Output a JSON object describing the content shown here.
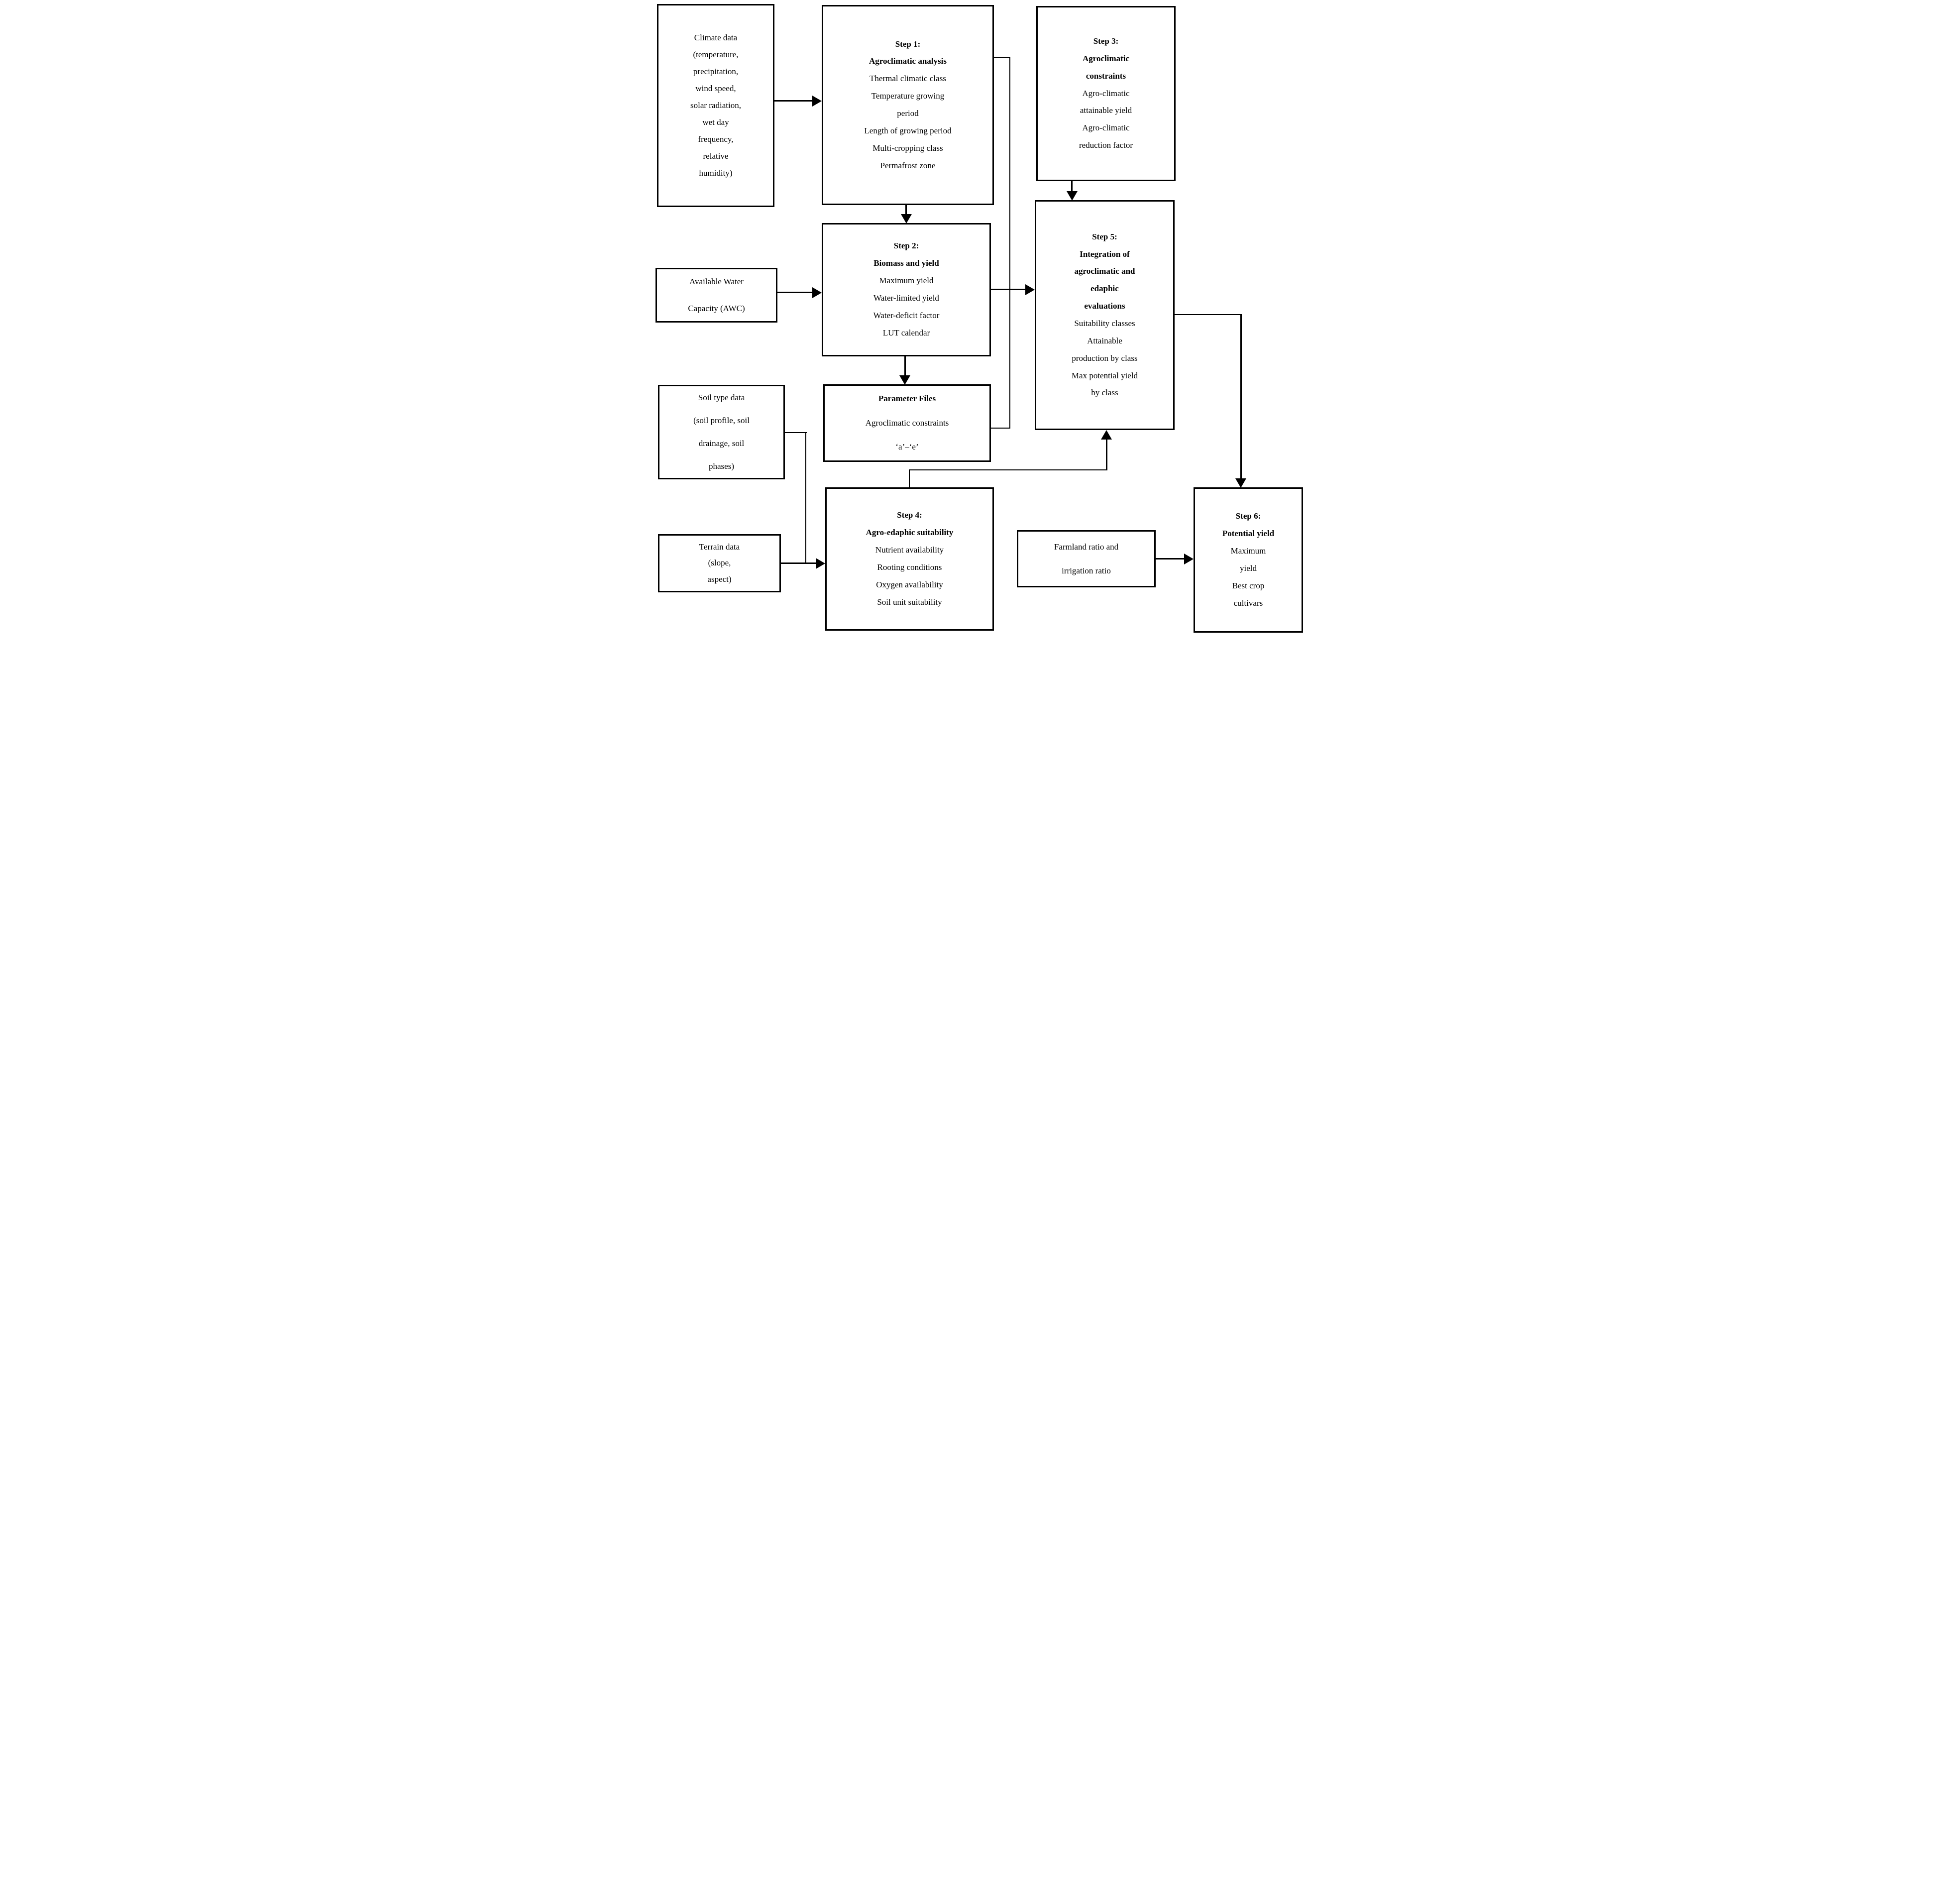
{
  "colors": {
    "background": "#ffffff",
    "line": "#000000",
    "text": "#000000"
  },
  "boxes": {
    "climate": {
      "text": [
        "Climate data",
        "(temperature,",
        "precipitation,",
        "wind speed,",
        "solar radiation,",
        "wet day",
        "frequency,",
        "relative",
        "humidity)"
      ]
    },
    "step1": {
      "title": [
        "Step 1:",
        "Agroclimatic analysis"
      ],
      "body": [
        "Thermal climatic class",
        "Temperature growing",
        "period",
        "Length of growing period",
        "Multi-cropping class",
        "Permafrost zone"
      ]
    },
    "step3": {
      "title": [
        "Step 3:",
        "Agroclimatic",
        "constraints"
      ],
      "body": [
        "Agro-climatic",
        "attainable yield",
        "Agro-climatic",
        "reduction factor"
      ]
    },
    "awc": {
      "text": [
        "Available Water",
        "Capacity (AWC)"
      ]
    },
    "step2": {
      "title": [
        "Step 2:",
        "Biomass and yield"
      ],
      "body": [
        "Maximum yield",
        "Water-limited yield",
        "Water-deficit factor",
        "LUT calendar"
      ]
    },
    "step5": {
      "title": [
        "Step 5:",
        "Integration of",
        "agroclimatic and",
        "edaphic",
        "evaluations"
      ],
      "body": [
        "Suitability classes",
        "Attainable",
        "production by class",
        "Max potential yield",
        "by class"
      ]
    },
    "param": {
      "title": [
        "Parameter Files"
      ],
      "body": [
        "Agroclimatic constraints",
        "‘a’–‘e’"
      ]
    },
    "soil": {
      "text": [
        "Soil type data",
        "(soil profile, soil",
        "drainage, soil",
        "phases)"
      ]
    },
    "terrain": {
      "text": [
        "Terrain data",
        "(slope,",
        "aspect)"
      ]
    },
    "step4": {
      "title": [
        "Step 4:",
        "Agro-edaphic suitability"
      ],
      "body": [
        "Nutrient availability",
        "Rooting conditions",
        "Oxygen availability",
        "Soil unit suitability"
      ]
    },
    "farmland": {
      "text": [
        "Farmland ratio and",
        "irrigation ratio"
      ]
    },
    "step6": {
      "title": [
        "Step 6:",
        "Potential yield"
      ],
      "body": [
        "Maximum",
        "yield",
        "Best crop",
        "cultivars"
      ]
    }
  },
  "edges": [
    {
      "from": "climate-data",
      "to": "step-1",
      "type": "arrow"
    },
    {
      "from": "step-1",
      "to": "step-2",
      "type": "arrow"
    },
    {
      "from": "step-1",
      "to": "parameter-files",
      "type": "line"
    },
    {
      "from": "available-water-capacity",
      "to": "step-2",
      "type": "arrow"
    },
    {
      "from": "step-2",
      "to": "step-5",
      "type": "arrow"
    },
    {
      "from": "step-2",
      "to": "parameter-files",
      "type": "arrow"
    },
    {
      "from": "step-3",
      "to": "step-5",
      "type": "arrow"
    },
    {
      "from": "soil-type-data",
      "to": "step-4",
      "type": "arrow"
    },
    {
      "from": "terrain-data",
      "to": "step-4",
      "type": "arrow"
    },
    {
      "from": "step-4",
      "to": "step-5",
      "type": "arrow"
    },
    {
      "from": "farmland-irrigation-ratio",
      "to": "step-6",
      "type": "arrow"
    },
    {
      "from": "step-5",
      "to": "step-6",
      "type": "arrow"
    }
  ]
}
